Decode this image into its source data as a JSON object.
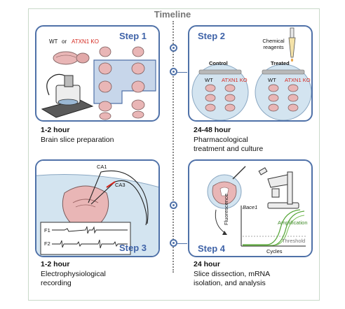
{
  "timeline": {
    "title": "Timeline"
  },
  "steps": [
    {
      "label": "Step 1",
      "duration": "1-2 hour",
      "description": [
        "Brain slice preparation"
      ]
    },
    {
      "label": "Step 2",
      "duration": "24-48 hour",
      "description": [
        "Pharmacological",
        "treatment and culture"
      ]
    },
    {
      "label": "Step 3",
      "duration": "1-2 hour",
      "description": [
        "Electrophysiological",
        "recording"
      ]
    },
    {
      "label": "Step 4",
      "duration": "24 hour",
      "description": [
        "Slice dissection, mRNA",
        "isolation, and analysis"
      ]
    }
  ],
  "step1": {
    "wt": "WT",
    "or": "or",
    "ko": "ATXN1 KO"
  },
  "step2": {
    "reagents": [
      "Chemical",
      "reagents"
    ],
    "control": "Control",
    "treated": "Treated",
    "wt": "WT",
    "ko": "ATXN1 KO"
  },
  "step3": {
    "ca1": "CA1",
    "ca3": "CA3",
    "f1": "F1",
    "f2": "F2"
  },
  "step4": {
    "gene": "Bace1",
    "ylabel": "Fluorescence",
    "xlabel": "Cycles",
    "amplification": "Amplification",
    "threshold": "Threshold"
  },
  "colors": {
    "accent": "#4f71a8",
    "ko_red": "#d4271e",
    "brain": "#e9b6b6",
    "dish": "#d3e4f0",
    "amp_green": "#5aa83c"
  }
}
